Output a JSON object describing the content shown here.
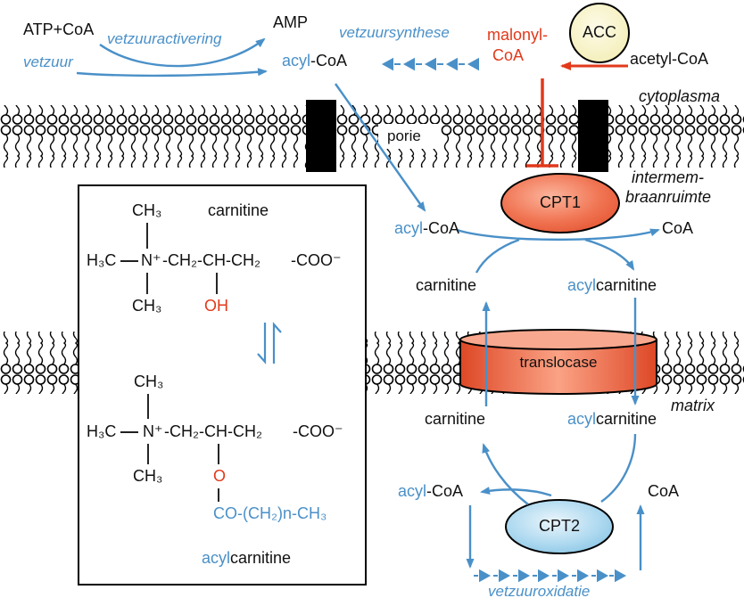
{
  "colors": {
    "arrow_blue": "#4a90c8",
    "arrow_red": "#e2391b",
    "acc_fill": "#f3edb4",
    "cpt1_fill": "#f07452",
    "cpt2_fill": "#aed9f0",
    "translocase_fill": "#fba285"
  },
  "top": {
    "atp_coa": "ATP+CoA",
    "amp": "AMP",
    "vetzuur": "vetzuur",
    "vetzuuractivering": "vetzuuractivering",
    "vetzuursynthese": "vetzuursynthese",
    "malonyl_line1": "malonyl-",
    "malonyl_line2": "CoA",
    "acc": "ACC",
    "acetyl_coa": "acetyl-CoA",
    "cytoplasma": "cytoplasma",
    "porie": "porie",
    "intermem_line1": "intermem-",
    "intermem_line2": "braanruimte"
  },
  "shuttle": {
    "acyl": "acyl",
    "acyl_coa_suffix": "-CoA",
    "acylcarnitine_suffix": "carnitine",
    "carnitine": "carnitine",
    "coa": "CoA",
    "cpt1": "CPT1",
    "cpt2": "CPT2",
    "translocase": "translocase",
    "matrix": "matrix",
    "vetzuuroxidatie": "vetzuuroxidatie"
  },
  "structure_box": {
    "title": "carnitine",
    "ch3": "CH₃",
    "h3c": "H₃C",
    "n_plus": "N⁺",
    "chain": "-CH₂-CH-CH₂",
    "coo": "-COO⁻",
    "oh": "OH",
    "o": "O",
    "acyl_chain": "CO-(CH₂)n-CH₃",
    "acyl": "acyl",
    "acylcarnitine_suffix": "carnitine"
  }
}
